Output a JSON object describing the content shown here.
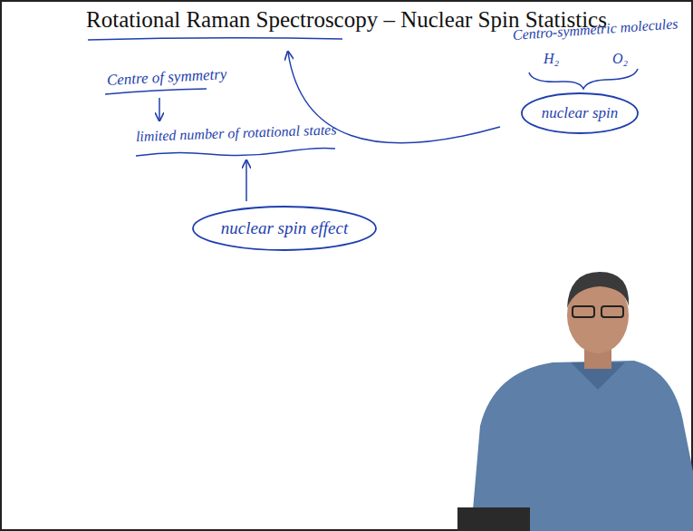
{
  "diagram": {
    "title": "Rotational Raman Spectroscopy – Nuclear Spin Statistics",
    "nodes": [
      {
        "text": [
          "nuclear spin"
        ]
      },
      {
        "text": [
          "nuclear spin effect"
        ]
      }
    ],
    "labels": [
      "Centre of symmetry",
      "Centro-symmetric molecules",
      "H₂",
      "O₂",
      "limited number of rotational states"
    ]
  }
}
